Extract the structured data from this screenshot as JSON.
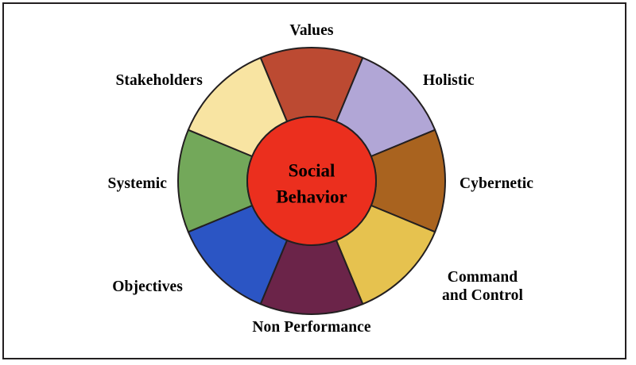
{
  "figure": {
    "background_color": "#ffffff",
    "border_color": "#231f20"
  },
  "hub": {
    "line1": "Social",
    "line2": "Behavior",
    "color": "#EB2F1E",
    "outline_color": "#231f20"
  },
  "chart_data": {
    "type": "pie",
    "title": "Social Behavior",
    "subtitle": "",
    "xlabel": "",
    "ylabel": "",
    "legend_position": "around-slices",
    "grid": false,
    "note": "Eight equal 45-degree sectors of a donut ring; labels sit outside the ring",
    "inner_radius": 81,
    "outer_radius": 168,
    "categories": [
      "Values",
      "Holistic",
      "Cybernetic",
      "Command and Control",
      "Non Performance",
      "Objectives",
      "Systemic",
      "Stakeholders"
    ],
    "values": [
      12.5,
      12.5,
      12.5,
      12.5,
      12.5,
      12.5,
      12.5,
      12.5
    ],
    "colors": [
      "#BC4A32",
      "#B1A6D6",
      "#A9631F",
      "#E6C24F",
      "#6B2449",
      "#2B55C4",
      "#73A85A",
      "#F8E4A2"
    ],
    "start_angle_deg": -22.5,
    "slices": [
      {
        "label": "Values",
        "color": "#BC4A32",
        "value": 12.5,
        "start_deg": -22.5,
        "end_deg": 22.5
      },
      {
        "label": "Holistic",
        "color": "#B1A6D6",
        "value": 12.5,
        "start_deg": 22.5,
        "end_deg": 67.5
      },
      {
        "label": "Cybernetic",
        "color": "#A9631F",
        "value": 12.5,
        "start_deg": 67.5,
        "end_deg": 112.5
      },
      {
        "label": "Command and Control",
        "color": "#E6C24F",
        "value": 12.5,
        "start_deg": 112.5,
        "end_deg": 157.5
      },
      {
        "label": "Non Performance",
        "color": "#6B2449",
        "value": 12.5,
        "start_deg": 157.5,
        "end_deg": 202.5
      },
      {
        "label": "Objectives",
        "color": "#2B55C4",
        "value": 12.5,
        "start_deg": 202.5,
        "end_deg": 247.5
      },
      {
        "label": "Systemic",
        "color": "#73A85A",
        "value": 12.5,
        "start_deg": 247.5,
        "end_deg": 292.5
      },
      {
        "label": "Stakeholders",
        "color": "#F8E4A2",
        "value": 12.5,
        "start_deg": 292.5,
        "end_deg": 337.5
      }
    ]
  },
  "labels": {
    "values": "Values",
    "holistic": "Holistic",
    "cybernetic": "Cybernetic",
    "command_and_control": "Command\nand Control",
    "non_performance": "Non Performance",
    "objectives": "Objectives",
    "systemic": "Systemic",
    "stakeholders": "Stakeholders"
  }
}
